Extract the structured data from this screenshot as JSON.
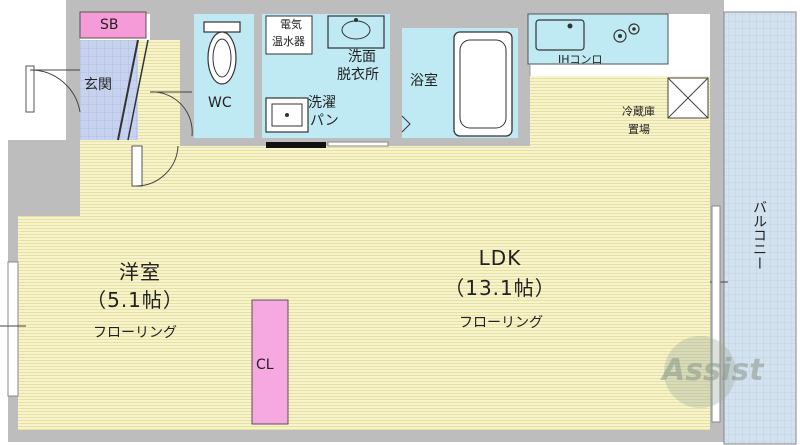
{
  "rooms": {
    "sb": "SB",
    "entrance": "玄関",
    "wc": "WC",
    "water_heater_line1": "電気",
    "water_heater_line2": "温水器",
    "washroom_line1": "洗面",
    "washroom_line2": "脱衣所",
    "washer_line1": "洗濯",
    "washer_line2": "パン",
    "bathroom": "浴室",
    "ih_stove": "IHコンロ",
    "fridge_line1": "冷蔵庫",
    "fridge_line2": "置場",
    "balcony": "バルコニー",
    "western_room": "洋室",
    "western_size": "（5.1帖）",
    "western_floor": "フローリング",
    "ldk": "LDK",
    "ldk_size": "（13.1帖）",
    "ldk_floor": "フローリング",
    "closet": "CL"
  },
  "watermark": "Assist",
  "colors": {
    "wall": "#bdbdbd",
    "floor": "#f6f3c8",
    "floor_line": "#e6df9c",
    "wet_area": "#bfeaf4",
    "tile": "#c9d4ee",
    "sb": "#f49bd8",
    "closet": "#f6a8e0",
    "balcony": "#cfe0ef"
  }
}
